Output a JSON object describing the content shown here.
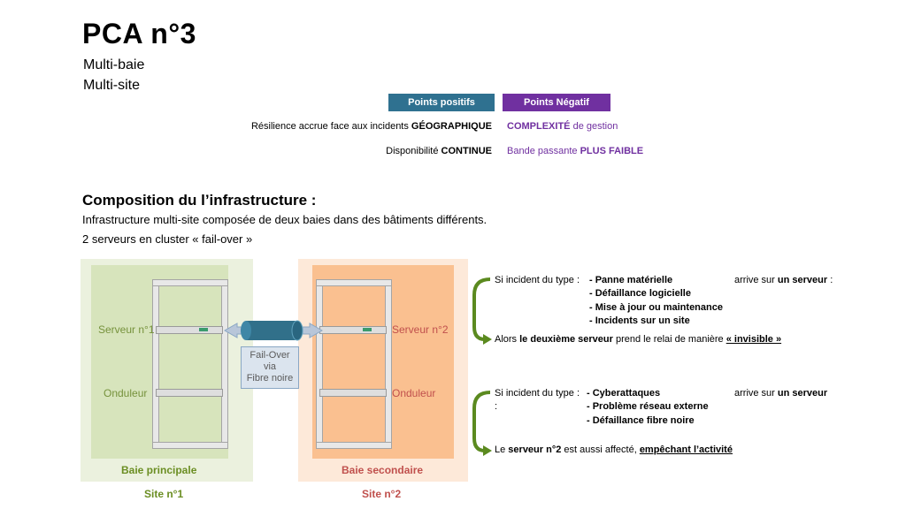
{
  "header": {
    "title": "PCA n°3",
    "subtitle_line1": "Multi-baie",
    "subtitle_line2": "Multi-site"
  },
  "comparison": {
    "positive_header": "Points positifs",
    "negative_header": "Points Négatif",
    "positives": [
      {
        "text": "Résilience accrue face aux incidents ",
        "bold": "GÉOGRAPHIQUE"
      },
      {
        "text": "Disponibilité ",
        "bold": "CONTINUE"
      }
    ],
    "negatives": [
      {
        "bold": "COMPLEXITÉ",
        "text": " de gestion"
      },
      {
        "text": "Bande passante ",
        "bold": "PLUS FAIBLE"
      }
    ]
  },
  "composition": {
    "title": "Composition du l’infrastructure :",
    "line1": "Infrastructure multi-site composée de deux baies dans des bâtiments différents.",
    "line2": "2 serveurs en cluster « fail-over »"
  },
  "diagram": {
    "site1": {
      "server": "Serveur n°1",
      "ups": "Onduleur",
      "rack": "Baie principale",
      "site": "Site n°1"
    },
    "site2": {
      "server": "Serveur n°2",
      "ups": "Onduleur",
      "rack": "Baie secondaire",
      "site": "Site n°2"
    },
    "failover": {
      "line1": "Fail-Over",
      "line2": "via",
      "line3": "Fibre noire"
    }
  },
  "scenario1": {
    "intro": "Si incident du type :",
    "items": [
      "- Panne matérielle",
      "- Défaillance logicielle",
      "- Mise à jour ou maintenance",
      "- Incidents sur un site"
    ],
    "arrive_pre": "arrive sur ",
    "arrive_bold": "un serveur",
    "arrive_post": " :",
    "result_pre": "Alors ",
    "result_bold": "le deuxième serveur",
    "result_mid": " prend le relai de manière ",
    "result_ul": "« invisible »"
  },
  "scenario2": {
    "intro": "Si incident du type :",
    "colon": ":",
    "items": [
      "- Cyberattaques",
      "- Problème réseau externe",
      "- Défaillance fibre noire"
    ],
    "arrive_pre": "arrive sur ",
    "arrive_bold": "un serveur",
    "result_pre": "Le ",
    "result_bold": "serveur n°2",
    "result_mid": " est aussi affecté, ",
    "result_ul": "empêchant l’activité"
  },
  "colors": {
    "positive": "#2f7190",
    "negative": "#7030a0",
    "arrow": "#5b8a1f",
    "site1": "#6b8e23",
    "site2": "#c0504d"
  }
}
